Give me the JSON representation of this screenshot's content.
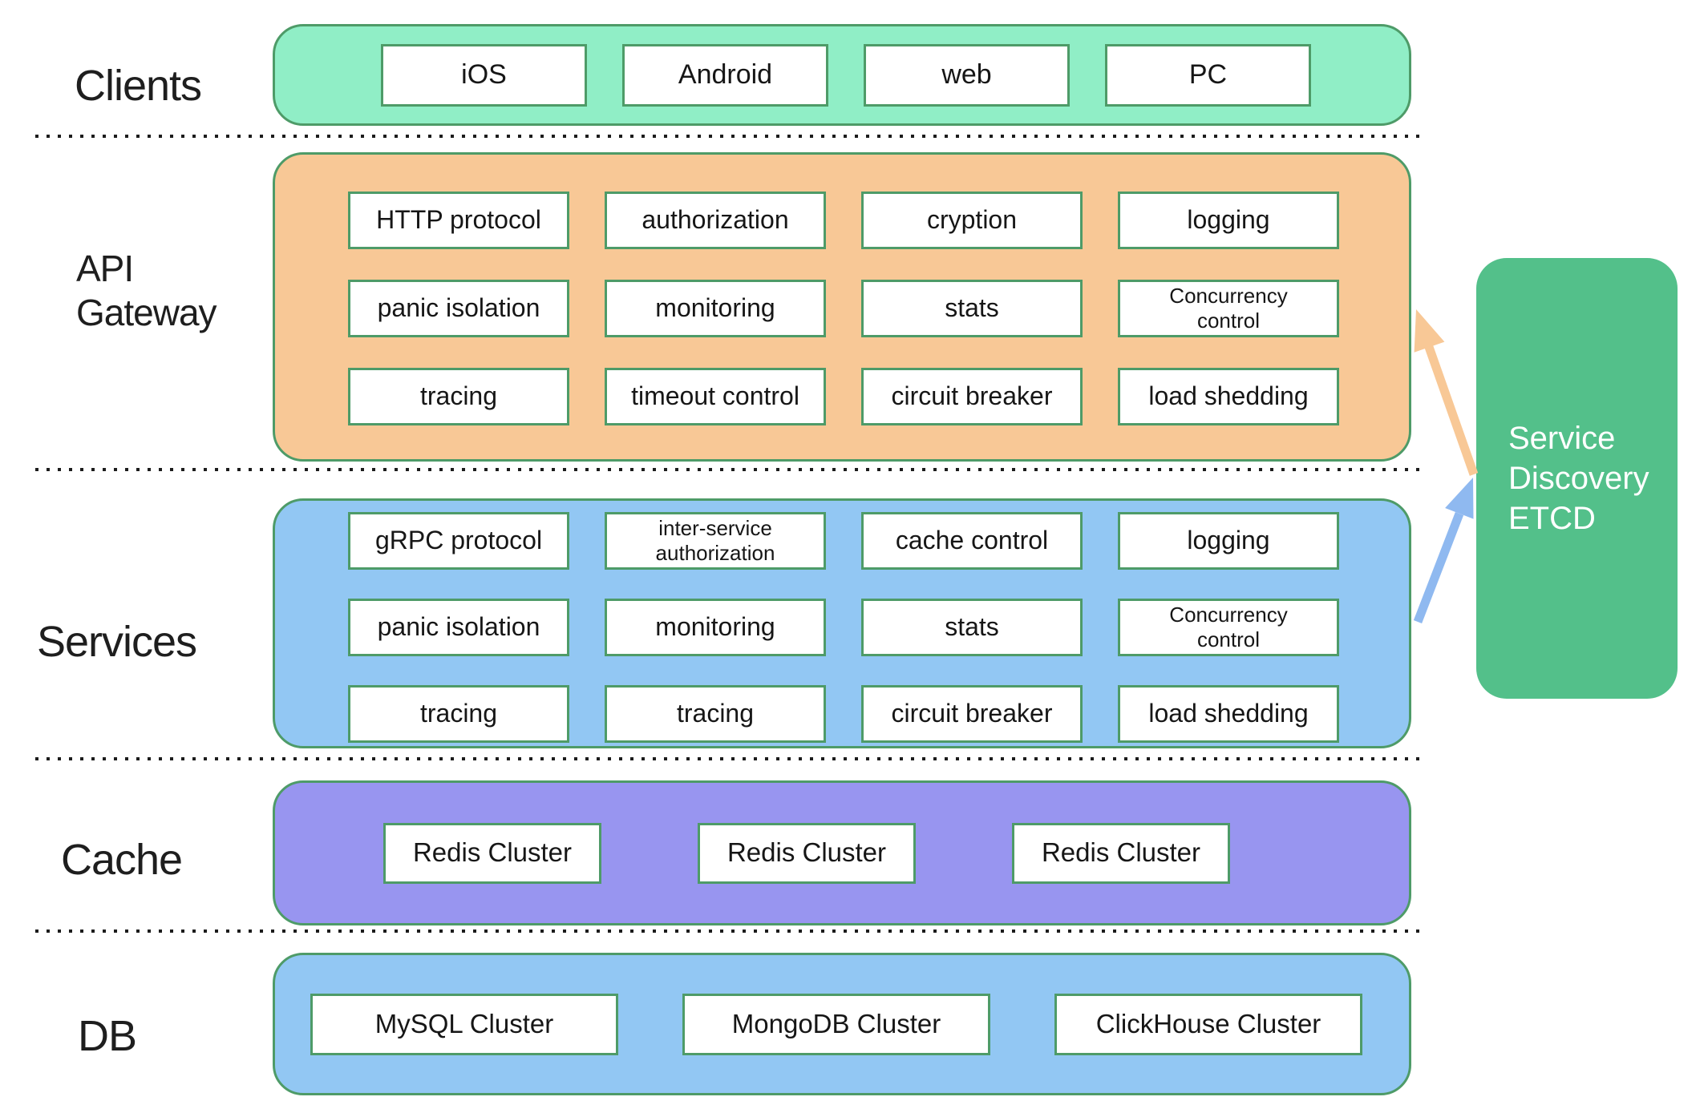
{
  "colors": {
    "clients_fill": "#90EEC6",
    "gateway_fill": "#F8C896",
    "services_fill": "#92C7F3",
    "cache_fill": "#9895F0",
    "db_fill": "#92C7F3",
    "etcd_fill": "#53C08A",
    "band_border": "#4E9B68",
    "box_border": "#4E9B68",
    "box_text": "#161616",
    "label_text": "#1E1E1E",
    "etcd_text": "#FFFFFF",
    "arrow_orange": "#F8C896",
    "arrow_blue": "#8FB9F0",
    "separator": "#1C1C1C"
  },
  "diagram": {
    "rows": [
      {
        "label": "Clients",
        "items": [
          "iOS",
          "Android",
          "web",
          "PC"
        ]
      },
      {
        "label_lines": [
          "API",
          "Gateway"
        ],
        "items": [
          "HTTP protocol",
          "authorization",
          "cryption",
          "logging",
          "panic isolation",
          "monitoring",
          "stats",
          "Concurrency control",
          "tracing",
          "timeout control",
          "circuit breaker",
          "load shedding"
        ]
      },
      {
        "label": "Services",
        "items": [
          "gRPC protocol",
          "inter-service authorization",
          "cache control",
          "logging",
          "panic isolation",
          "monitoring",
          "stats",
          "Concurrency control",
          "tracing",
          "tracing",
          "circuit breaker",
          "load shedding"
        ]
      },
      {
        "label": "Cache",
        "items": [
          "Redis Cluster",
          "Redis Cluster",
          "Redis Cluster"
        ]
      },
      {
        "label": "DB",
        "items": [
          "MySQL Cluster",
          "MongoDB Cluster",
          "ClickHouse Cluster"
        ]
      }
    ],
    "etcd": {
      "lines": [
        "Service",
        "Discovery",
        "ETCD"
      ]
    }
  }
}
